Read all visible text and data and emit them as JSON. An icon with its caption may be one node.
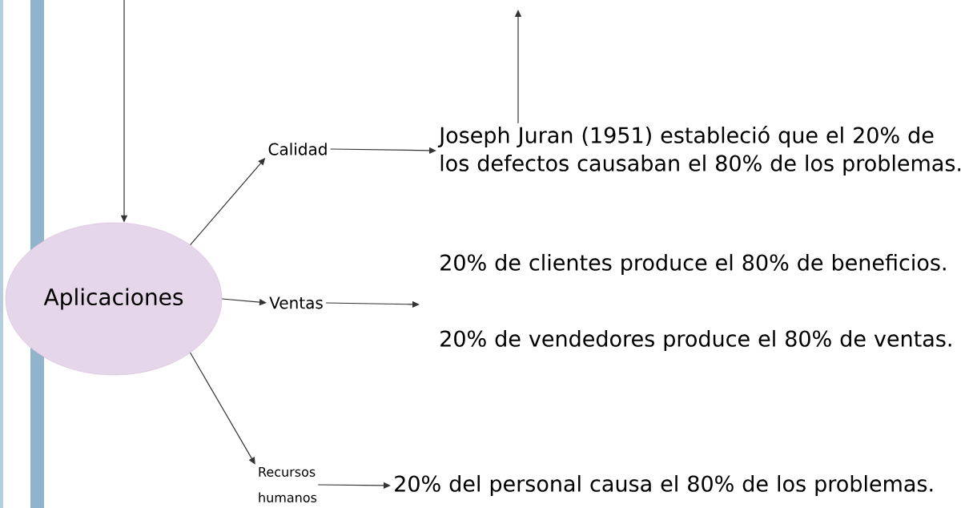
{
  "diagram": {
    "nodes": [
      {
        "text": [
          "Aplicaciones"
        ]
      },
      {
        "text": [
          "Calidad"
        ]
      },
      {
        "text": [
          "Joseph Juran (1951)  estableció que el 20% de los defectos causaban el 80% de los problemas."
        ]
      },
      {
        "text": [
          "Ventas"
        ]
      },
      {
        "text": [
          "20% de clientes produce el 80%  de beneficios."
        ]
      },
      {
        "text": [
          "20% de vendedores  produce el 80%  de ventas."
        ]
      },
      {
        "text": [
          "Recursos humanos"
        ]
      },
      {
        "text": [
          "20% del personal causa el 80% de los problemas."
        ]
      }
    ],
    "edges": [
      {
        "from": null,
        "to": 0,
        "arrow": "to"
      },
      {
        "from": 0,
        "to": 1,
        "arrow": "to"
      },
      {
        "from": 1,
        "to": 2,
        "arrow": "to"
      },
      {
        "from": 2,
        "to": null,
        "arrow": "to"
      },
      {
        "from": 0,
        "to": 3,
        "arrow": "to"
      },
      {
        "from": 3,
        "to": null,
        "arrow": "to"
      },
      {
        "from": 0,
        "to": 6,
        "arrow": "to"
      },
      {
        "from": 6,
        "to": 7,
        "arrow": "to"
      }
    ]
  }
}
